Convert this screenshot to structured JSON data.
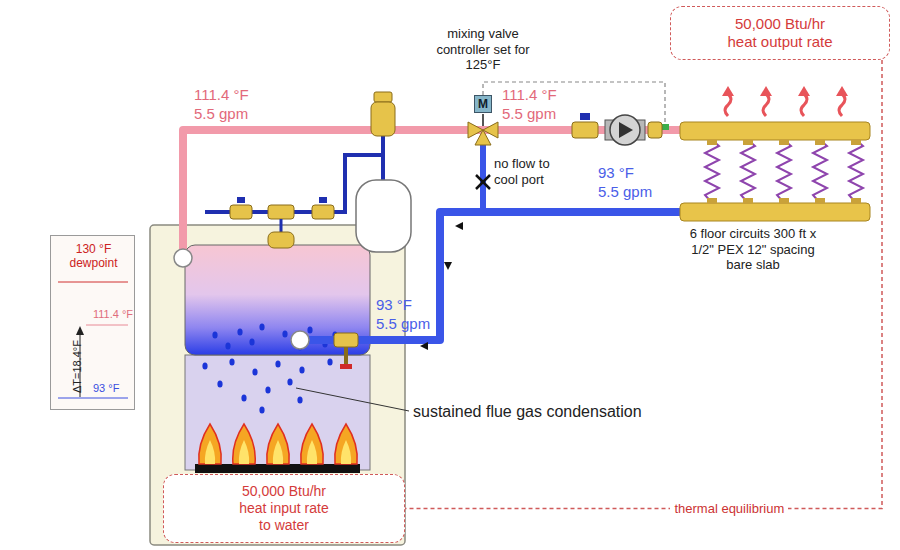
{
  "diagram": {
    "nodes": [
      {
        "text": [
          "50,000 Btu/hr heat output rate"
        ]
      },
      {
        "text": [
          "M"
        ]
      },
      {
        "text": [
          "130 °F dewpoint",
          "111.4 °F",
          "ΔT=18.4°F",
          "93 °F"
        ]
      },
      {
        "text": [
          "50,000 Btu/hr heat input rate to water"
        ]
      }
    ],
    "edges": [
      {
        "from": 0,
        "to": 3,
        "arrow": "none",
        "label": "thermal equilibrium"
      }
    ],
    "labels": [
      "mixing valve controller set for 125°F",
      "111.4 °F",
      "5.5 gpm",
      "111.4 °F",
      "5.5 gpm",
      "no flow to cool port",
      "93 °F",
      "5.5 gpm",
      "6 floor circuits 300 ft x 1/2\" PEX 12\" spacing bare slab",
      "93 °F",
      "5.5 gpm",
      "sustained flue gas condensation"
    ]
  }
}
